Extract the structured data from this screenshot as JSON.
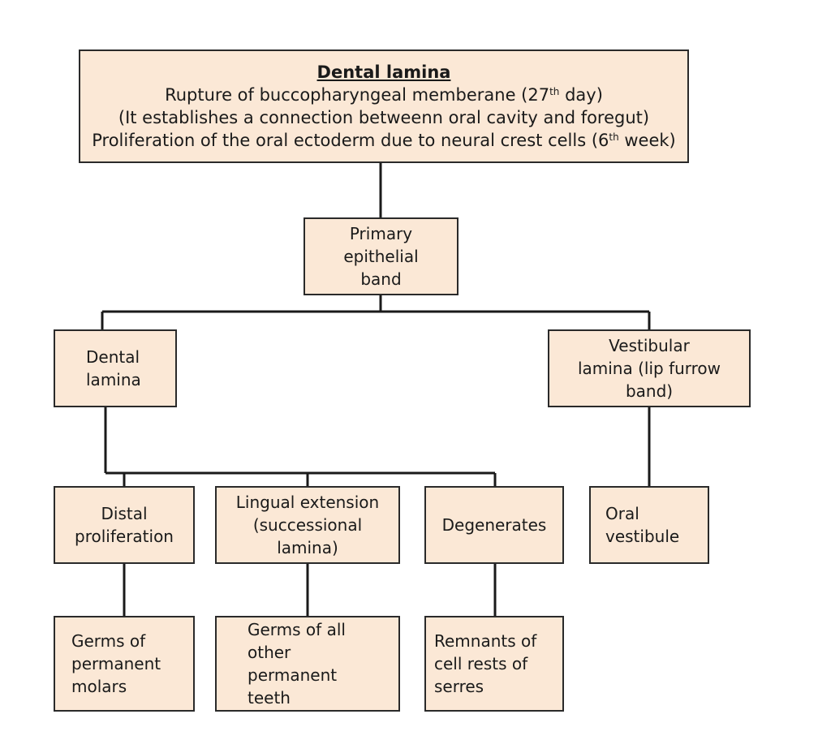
{
  "root": {
    "title": "Dental lamina",
    "line1_pre": "Rupture of buccopharyngeal memberane (27",
    "line1_sup": "th",
    "line1_post": " day)",
    "line2": "(It establishes a connection betweenn oral cavity and foregut)",
    "line3_pre": "Proliferation of the oral ectoderm due to neural crest cells (6",
    "line3_sup": "th",
    "line3_post": " week)"
  },
  "primary_band": [
    "Primary",
    "epithelial",
    "band"
  ],
  "dental_lamina": [
    "Dental",
    "lamina"
  ],
  "vestibular_lamina": [
    "Vestibular",
    "lamina (lip furrow",
    "band)"
  ],
  "distal_proliferation": [
    "Distal",
    "proliferation"
  ],
  "lingual_extension": [
    "Lingual extension",
    "(successional",
    "lamina)"
  ],
  "degenerates": [
    "Degenerates"
  ],
  "oral_vestibule": [
    "Oral",
    "vestibule"
  ],
  "germs_molars": [
    "Germs of",
    "permanent",
    "molars"
  ],
  "germs_other": [
    "Germs of all",
    "other",
    "permanent",
    "teeth"
  ],
  "remnants": [
    "Remnants of",
    "cell rests of",
    "serres"
  ]
}
